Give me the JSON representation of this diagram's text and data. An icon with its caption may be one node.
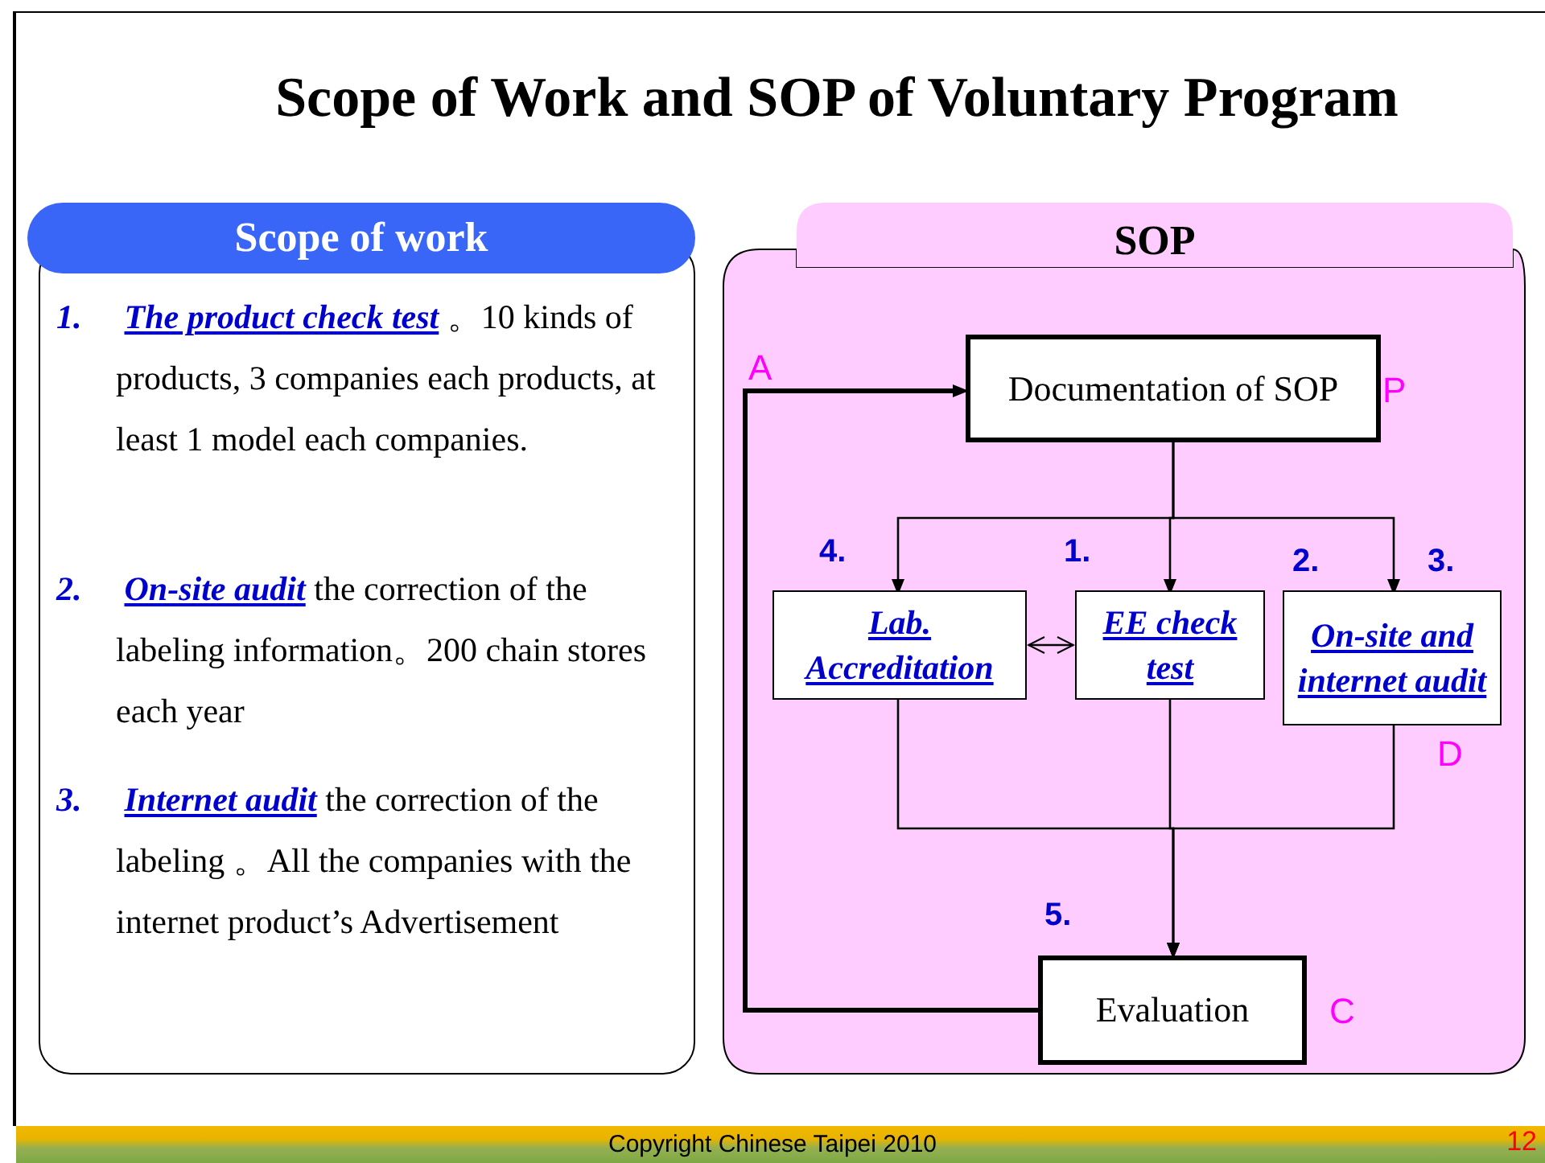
{
  "diagram": {
    "title": "Scope of Work and SOP of Voluntary Program",
    "nodes": [
      {
        "text": [
          "Scope of work",
          "*1.* **The product check test** 。10 kinds of products, 3 companies each products, at least 1 model each companies.",
          "*2.* **On-site audit** the correction of the labeling information。200 chain stores each year",
          "*3.* **Internet audit** the correction of the labeling 。All the companies with the internet product’s Advertisement"
        ]
      },
      {
        "text": [
          "SOP"
        ]
      },
      {
        "text": [
          "Documentation of SOP"
        ],
        "in": 1,
        "beside": [
          "P"
        ]
      },
      {
        "text": [
          "Lab. Accreditation"
        ],
        "in": 1,
        "beside": [
          "4."
        ]
      },
      {
        "text": [
          "EE check test"
        ],
        "in": 1,
        "beside": [
          "1."
        ]
      },
      {
        "text": [
          "On-site and internet audit"
        ],
        "in": 1,
        "beside": [
          "2.",
          "3.",
          "D"
        ]
      },
      {
        "text": [
          "Evaluation"
        ],
        "in": 1,
        "beside": [
          "5.",
          "C"
        ]
      }
    ],
    "edges": [
      {
        "from": 2,
        "to": 3,
        "arrow": "to"
      },
      {
        "from": 2,
        "to": 4,
        "arrow": "to"
      },
      {
        "from": 2,
        "to": 5,
        "arrow": "to"
      },
      {
        "from": 3,
        "to": 4,
        "arrow": "both"
      },
      {
        "from": 3,
        "to": 6,
        "arrow": "to"
      },
      {
        "from": 4,
        "to": 6,
        "arrow": "to"
      },
      {
        "from": 5,
        "to": 6,
        "arrow": "to"
      },
      {
        "from": 6,
        "to": 2,
        "arrow": "to",
        "label": "A",
        "style": "thick"
      }
    ],
    "labels": [
      "Copyright Chinese Taipei 2010",
      "12"
    ]
  }
}
